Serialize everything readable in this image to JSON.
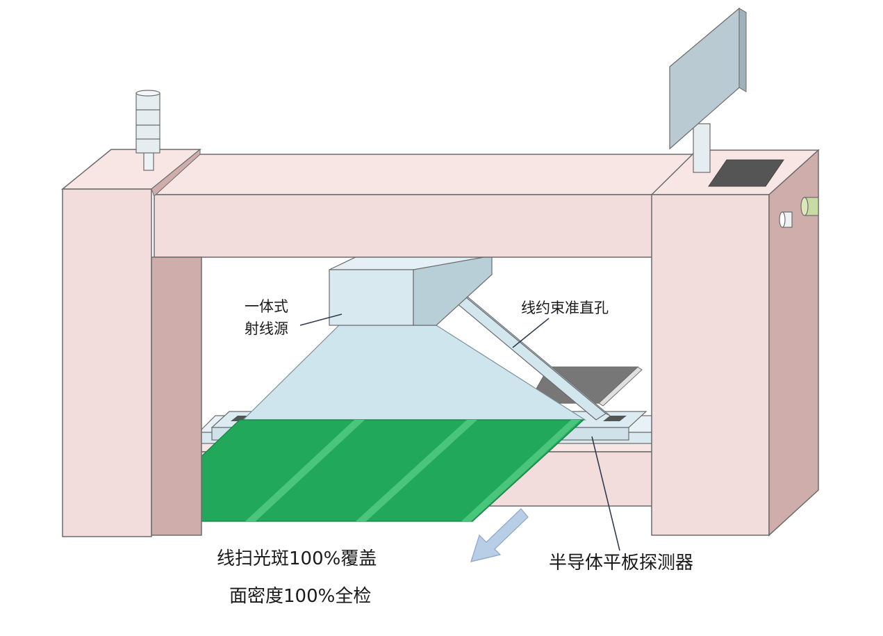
{
  "labels": {
    "source_line1": "一体式",
    "source_line2": "射线源",
    "collimator": "线约束准直孔",
    "coverage": "线扫光斑100%覆盖",
    "inspection": "面密度100%全检",
    "detector": "半导体平板探测器"
  },
  "colors": {
    "frame_face": "#f3dcdc",
    "frame_side": "#cfadab",
    "frame_top": "#f8e6e5",
    "outline": "#6b6b6b",
    "source_box": "#d8e9f0",
    "beam": "#cfe5ee",
    "film": "#22a85a",
    "film_stripe": "#49c57c",
    "dark_panel": "#555555",
    "arrow": "#b8cde6"
  }
}
